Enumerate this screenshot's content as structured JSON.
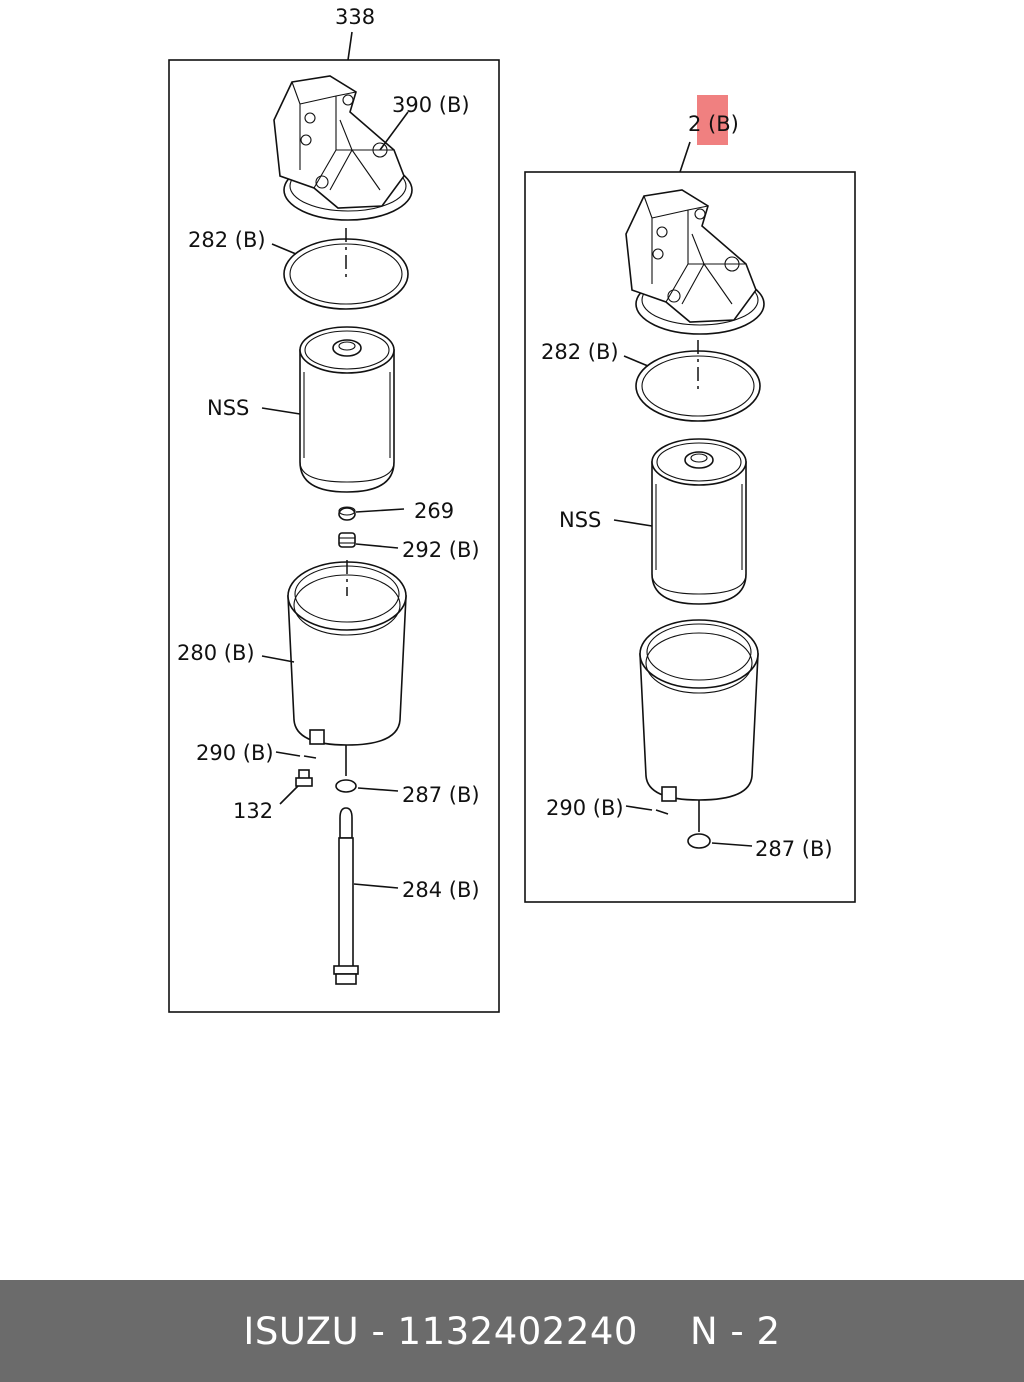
{
  "diagram": {
    "labels": {
      "assembly_left": "338",
      "assembly_right": "2 (B)",
      "l_390": "390 (B)",
      "l_282": "282 (B)",
      "l_nss": "NSS",
      "l_269": "269",
      "l_292": "292 (B)",
      "l_280": "280 (B)",
      "l_290": "290 (B)",
      "l_132": "132",
      "l_287": "287 (B)",
      "l_284": "284 (B)",
      "r_282": "282 (B)",
      "r_nss": "NSS",
      "r_290": "290 (B)",
      "r_287": "287 (B)"
    },
    "highlight_color": "#f08080"
  },
  "footer": {
    "brand_part": "ISUZU - 1132402240",
    "code": "N - 2"
  }
}
